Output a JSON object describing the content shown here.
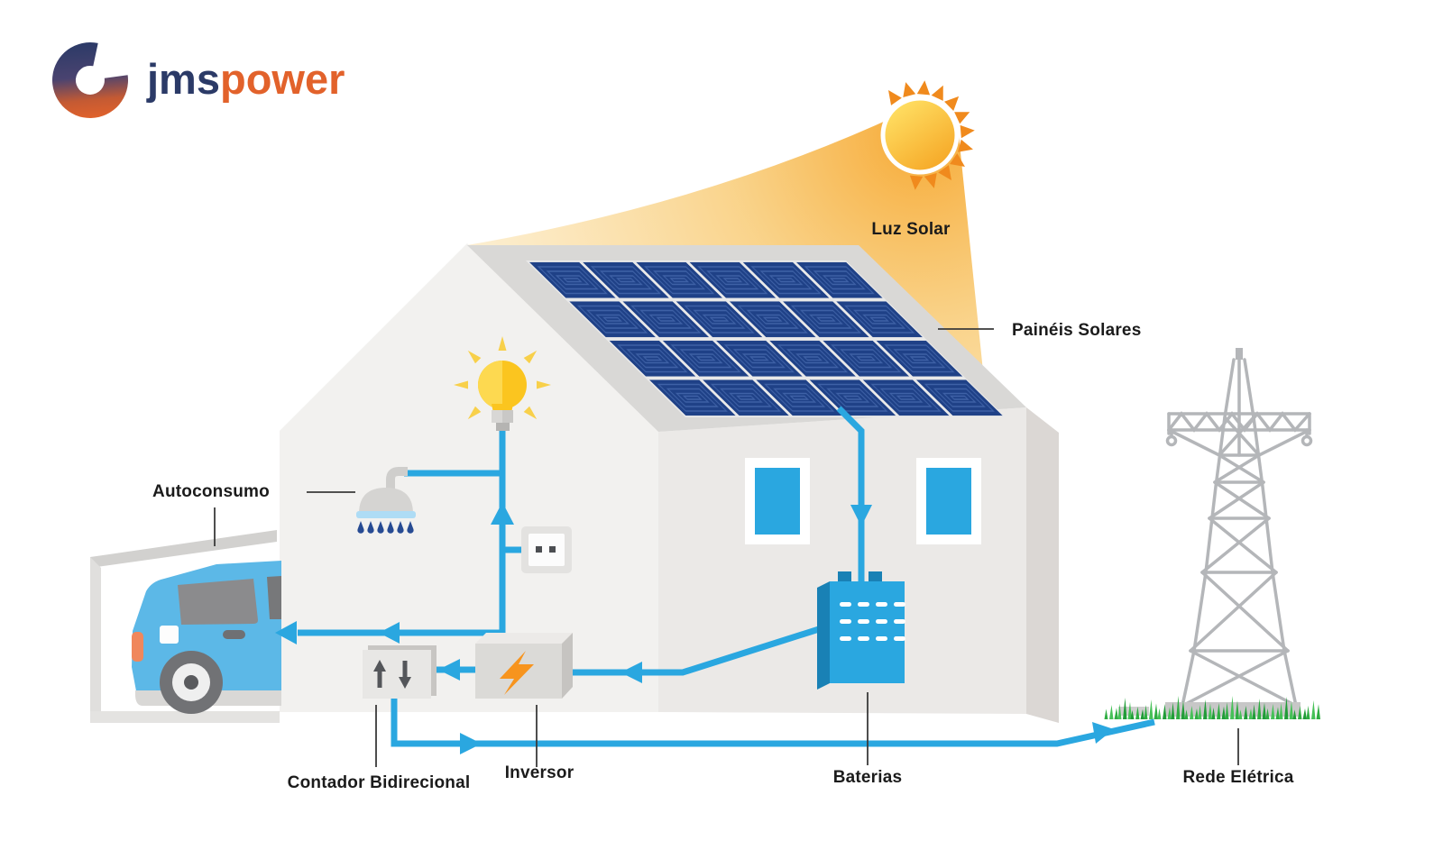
{
  "logo": {
    "jms": "jms",
    "power": "power"
  },
  "labels": {
    "sunlight": "Luz Solar",
    "solar_panels": "Painéis Solares",
    "self_consumption": "Autoconsumo",
    "bidirectional_meter": "Contador Bidirecional",
    "inverter": "Inversor",
    "batteries": "Baterias",
    "power_grid": "Rede Elétrica"
  },
  "colors": {
    "flow_blue": "#2aa7e0",
    "brand_navy": "#2b3a67",
    "brand_orange": "#e2622b",
    "sun_orange": "#f08a1d",
    "panel_navy": "#1f4187",
    "bolt_orange": "#f7941e",
    "grass_green": "#2fad42"
  }
}
